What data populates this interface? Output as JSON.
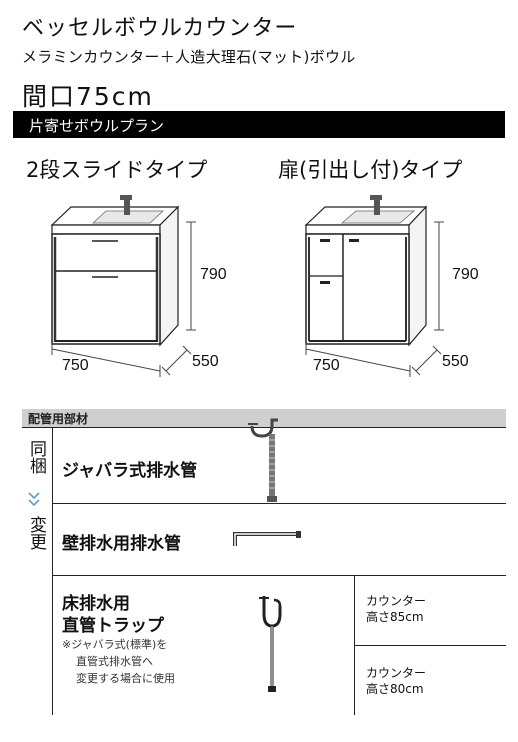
{
  "header": {
    "title": "ベッセルボウルカウンター",
    "subtitle": "メラミンカウンター＋人造大理石(マット)ボウル",
    "width_label": "間口75cm",
    "plan_label": "片寄せボウルプラン"
  },
  "types": [
    {
      "name": "2段スライドタイプ",
      "width": "750",
      "depth": "550",
      "height": "790"
    },
    {
      "name": "扉(引出し付)タイプ",
      "width": "750",
      "depth": "550",
      "height": "790"
    }
  ],
  "piping": {
    "header": "配管用部材",
    "side_top": "同梱",
    "side_bottom": "変更",
    "rows": [
      {
        "label": "ジャバラ式排水管"
      },
      {
        "label": "壁排水用排水管"
      },
      {
        "label_line1": "床排水用",
        "label_line2": "直管トラップ",
        "note_line1": "※ジャバラ式(標準)を",
        "note_line2": "直管式排水管へ",
        "note_line3": "変更する場合に使用",
        "counter_options": [
          {
            "line1": "カウンター",
            "line2": "高さ85cm"
          },
          {
            "line1": "カウンター",
            "line2": "高さ80cm"
          }
        ]
      }
    ]
  }
}
